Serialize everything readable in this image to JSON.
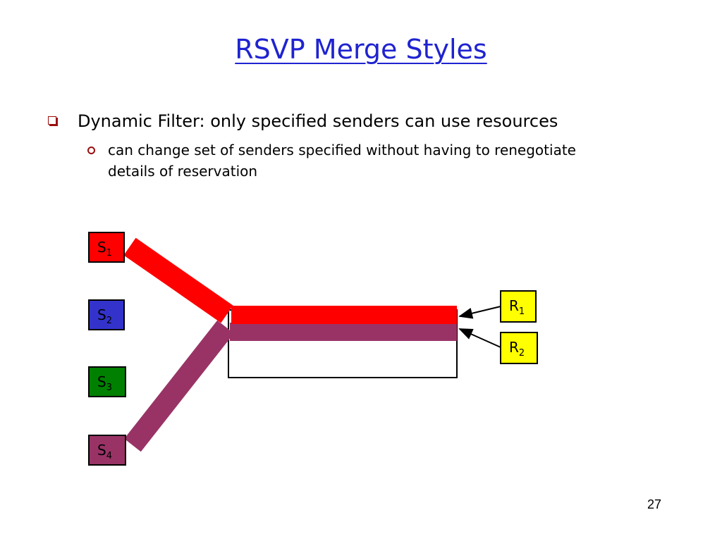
{
  "slide": {
    "title": "RSVP Merge Styles",
    "bullets": [
      {
        "level": 1,
        "text": "Dynamic Filter: only specified senders can use resources"
      },
      {
        "level": 2,
        "text": "can change set of senders specified without having to renegotiate details of reservation"
      }
    ],
    "page_number": "27"
  },
  "diagram": {
    "senders": [
      {
        "label": "S",
        "sub": "1",
        "color": "#ff0000"
      },
      {
        "label": "S",
        "sub": "2",
        "color": "#3333cc"
      },
      {
        "label": "S",
        "sub": "3",
        "color": "#008000"
      },
      {
        "label": "S",
        "sub": "4",
        "color": "#993366"
      }
    ],
    "receivers": [
      {
        "label": "R",
        "sub": "1",
        "color": "#ffff00"
      },
      {
        "label": "R",
        "sub": "2",
        "color": "#ffff00"
      }
    ],
    "colors": {
      "flow_s1": "#ff0000",
      "flow_s4": "#993366",
      "router_border": "#000000"
    }
  }
}
